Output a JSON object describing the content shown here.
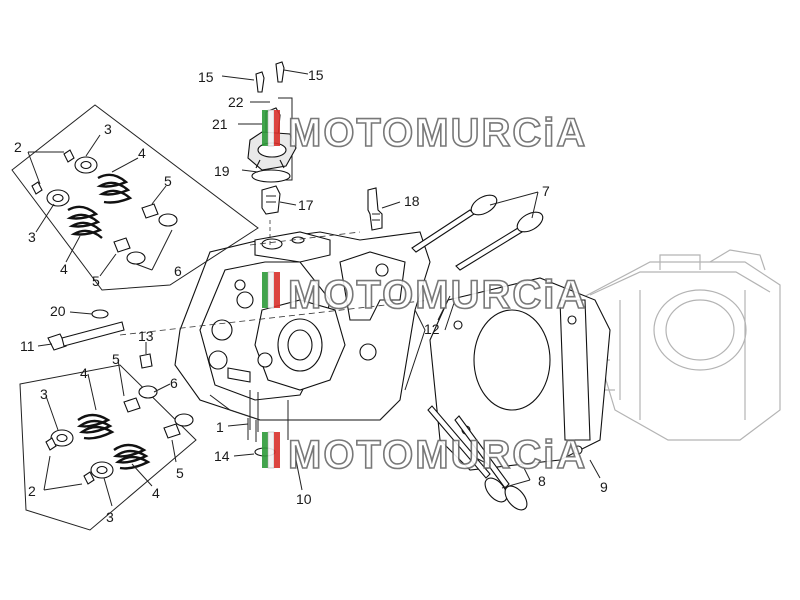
{
  "watermark": {
    "text": "MOTOMURCiA",
    "colors": {
      "green": "#2e9b3a",
      "white": "#f2f2f2",
      "red": "#d9302b",
      "outline": "#6a6a6a"
    }
  },
  "callouts": {
    "c1": "1",
    "c2a": "2",
    "c2b": "2",
    "c3a": "3",
    "c3b": "3",
    "c3c": "3",
    "c3d": "3",
    "c4a": "4",
    "c4b": "4",
    "c4c": "4",
    "c4d": "4",
    "c5a": "5",
    "c5b": "5",
    "c5c": "5",
    "c5d": "5",
    "c6a": "6",
    "c6b": "6",
    "c7": "7",
    "c8": "8",
    "c9": "9",
    "c10": "10",
    "c11": "11",
    "c12": "12",
    "c13": "13",
    "c14": "14",
    "c15a": "15",
    "c15b": "15",
    "c17": "17",
    "c18": "18",
    "c19": "19",
    "c20": "20",
    "c21": "21",
    "c22": "22"
  },
  "icons": {
    "cylinder_head": "cylinder-head-icon",
    "cylinder": "cylinder-ghost-icon",
    "gasket": "head-gasket-icon",
    "valve": "valve-icon",
    "spring": "valve-spring-icon",
    "spark_plug": "spark-plug-icon",
    "thermostat": "thermostat-housing-icon",
    "screw": "screw-icon",
    "bolt": "bolt-icon"
  }
}
